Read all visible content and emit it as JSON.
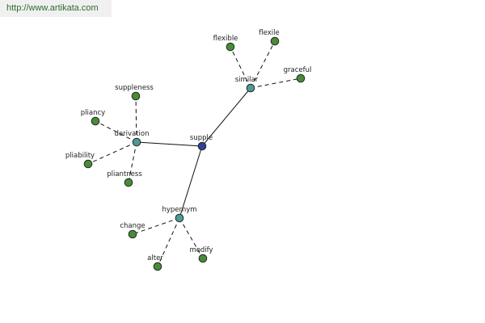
{
  "banner": {
    "url_text": "http://www.artikata.com"
  },
  "colors": {
    "center_node": "#2f3f9a",
    "relation_node": "#4e9a9a",
    "leaf_node": "#4a8a3a",
    "banner_text": "#2e6b2e",
    "banner_bg": "#f0f0f0"
  },
  "graph": {
    "nodes": [
      {
        "id": "supple",
        "label": "supple",
        "kind": "center"
      },
      {
        "id": "similar",
        "label": "similar",
        "kind": "relation"
      },
      {
        "id": "derivation",
        "label": "derivation",
        "kind": "relation"
      },
      {
        "id": "hypernym",
        "label": "hypernym",
        "kind": "relation"
      },
      {
        "id": "flexible",
        "label": "flexible",
        "kind": "leaf"
      },
      {
        "id": "flexile",
        "label": "flexile",
        "kind": "leaf"
      },
      {
        "id": "graceful",
        "label": "graceful",
        "kind": "leaf"
      },
      {
        "id": "suppleness",
        "label": "suppleness",
        "kind": "leaf"
      },
      {
        "id": "pliancy",
        "label": "pliancy",
        "kind": "leaf"
      },
      {
        "id": "pliability",
        "label": "pliability",
        "kind": "leaf"
      },
      {
        "id": "pliantness",
        "label": "pliantness",
        "kind": "leaf"
      },
      {
        "id": "change",
        "label": "change",
        "kind": "leaf"
      },
      {
        "id": "alter",
        "label": "alter",
        "kind": "leaf"
      },
      {
        "id": "modify",
        "label": "modify",
        "kind": "leaf"
      }
    ],
    "edges": [
      {
        "from": "supple",
        "to": "similar",
        "style": "solid"
      },
      {
        "from": "supple",
        "to": "derivation",
        "style": "solid"
      },
      {
        "from": "supple",
        "to": "hypernym",
        "style": "solid"
      },
      {
        "from": "similar",
        "to": "flexible",
        "style": "dashed"
      },
      {
        "from": "similar",
        "to": "flexile",
        "style": "dashed"
      },
      {
        "from": "similar",
        "to": "graceful",
        "style": "dashed"
      },
      {
        "from": "derivation",
        "to": "suppleness",
        "style": "dashed"
      },
      {
        "from": "derivation",
        "to": "pliancy",
        "style": "dashed"
      },
      {
        "from": "derivation",
        "to": "pliability",
        "style": "dashed"
      },
      {
        "from": "derivation",
        "to": "pliantness",
        "style": "dashed"
      },
      {
        "from": "hypernym",
        "to": "change",
        "style": "dashed"
      },
      {
        "from": "hypernym",
        "to": "alter",
        "style": "dashed"
      },
      {
        "from": "hypernym",
        "to": "modify",
        "style": "dashed"
      }
    ]
  }
}
